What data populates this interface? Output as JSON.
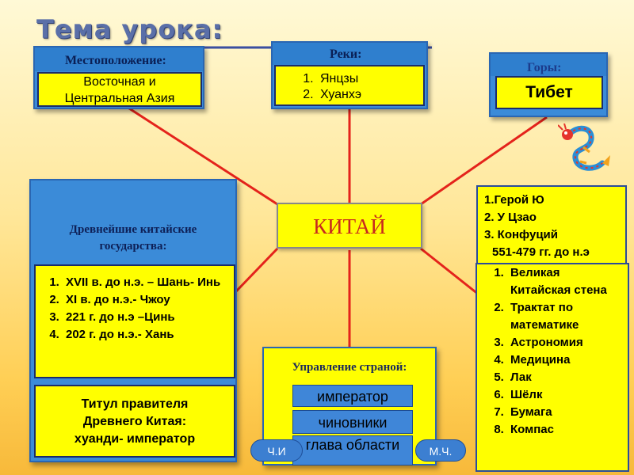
{
  "title": "Тема урока:",
  "center": {
    "label": "КИТАЙ"
  },
  "location": {
    "header": "Местоположение:",
    "value_line1": "Восточная и",
    "value_line2": "Центральная Азия"
  },
  "rivers": {
    "header": "Реки:",
    "items": [
      "Янцзы",
      "Хуанхэ"
    ]
  },
  "mountains": {
    "header": "Горы:",
    "value": "Тибет"
  },
  "states": {
    "header_line1": "Древнейшие китайские",
    "header_line2": "государства:",
    "items": [
      "XVII в. до н.э. – Шань- Инь",
      "XI в. до н.э.- Чжоу",
      "221 г. до н.э –Цинь",
      "202 г. до н.э.- Хань"
    ],
    "title_line1": "Титул правителя",
    "title_line2": "Древнего Китая:",
    "title_line3": "хуанди- император"
  },
  "government": {
    "header": "Управление страной:",
    "levels": [
      "император",
      "чиновники",
      "глава области"
    ],
    "left_badge": "Ч.И",
    "right_badge": "М.Ч."
  },
  "people": {
    "items": [
      "1.Герой Ю",
      "2. У Цзао",
      "3. Конфуций"
    ],
    "dates": "551-479 гг. до н.э"
  },
  "achievements": {
    "items": [
      "Великая Китайская стена",
      "Трактат по математике",
      "Астрономия",
      "Медицина",
      "Лак",
      "Шёлк",
      "Бумага",
      "Компас"
    ]
  },
  "colors": {
    "line": "#e4231b",
    "box_yellow": "#ffff00",
    "box_blue": "#3b8bd8"
  },
  "icons": {
    "dragon": "dragon-icon"
  }
}
